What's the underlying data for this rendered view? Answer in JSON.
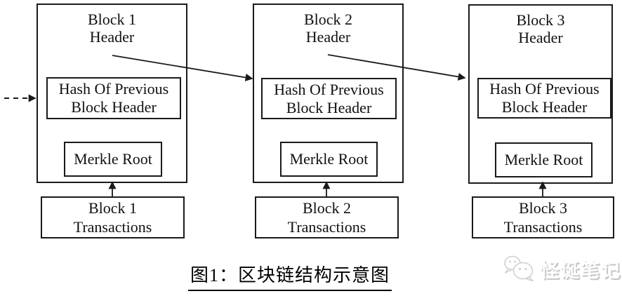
{
  "colors": {
    "background": "#ffffff",
    "line": "#1a1a1a",
    "text": "#111111",
    "caption_underline": "#000000",
    "watermark_fill": "#ffffff",
    "watermark_shadow": "#c6c6c6"
  },
  "blocks": [
    {
      "header": [
        "Block 1",
        "Header"
      ],
      "hash": [
        "Hash Of Previous",
        "Block Header"
      ],
      "merkle": "Merkle Root",
      "transactions": [
        "Block 1",
        "Transactions"
      ]
    },
    {
      "header": [
        "Block 2",
        "Header"
      ],
      "hash": [
        "Hash Of Previous",
        "Block Header"
      ],
      "merkle": "Merkle Root",
      "transactions": [
        "Block 2",
        "Transactions"
      ]
    },
    {
      "header": [
        "Block 3",
        "Header"
      ],
      "hash": [
        "Hash Of Previous",
        "Block Header"
      ],
      "merkle": "Merkle Root",
      "transactions": [
        "Block 3",
        "Transactions"
      ]
    }
  ],
  "caption": "图1：区块链结构示意图",
  "watermark": {
    "icon": "wechat-bubbles-icon",
    "label": "怪诞笔记"
  }
}
